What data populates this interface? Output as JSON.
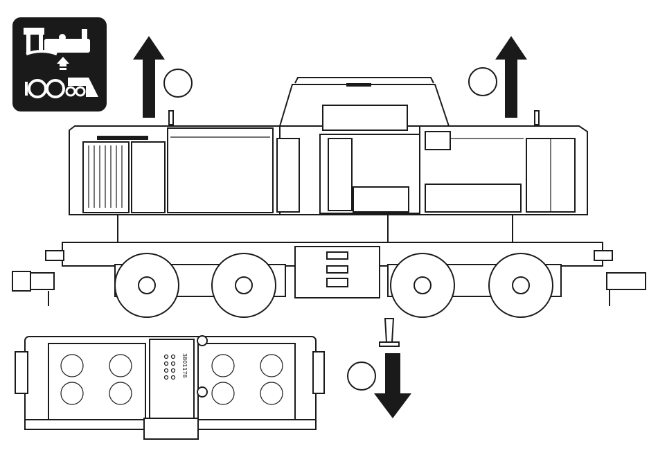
{
  "figure": {
    "icon": "locomotive-mode-pictogram-icon",
    "part_label": "3801178",
    "arrows": [
      "lift-body-up-left",
      "lift-body-up-right",
      "screw-down"
    ],
    "colors": {
      "ink": "#1a1a1a",
      "paper": "#ffffff"
    }
  }
}
